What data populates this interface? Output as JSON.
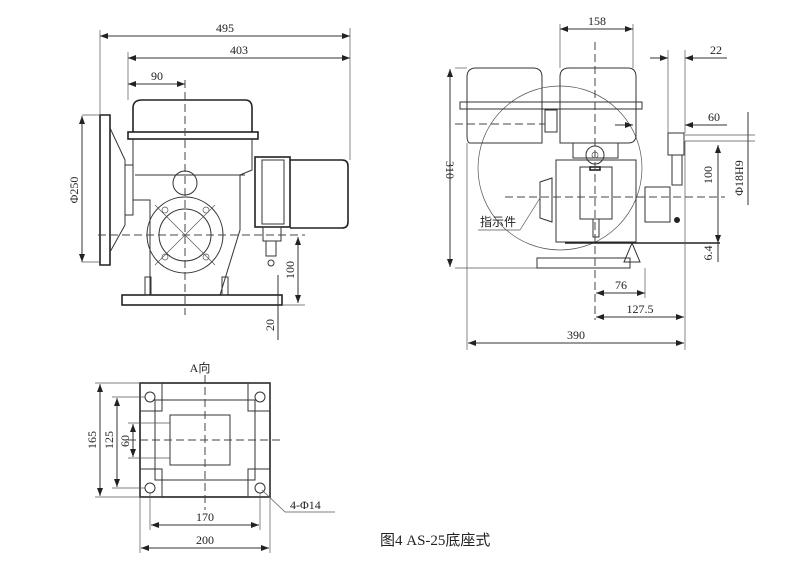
{
  "side_view": {
    "dims": {
      "overall_length": "495",
      "body_length": "403",
      "axis_offset": "90",
      "handwheel_dia": "Φ250",
      "shaft_height": "100",
      "base_thickness": "20"
    }
  },
  "front_view": {
    "dims": {
      "body_width": "158",
      "lever_width": "22",
      "lever_offset": "60",
      "total_height": "310",
      "lever_height": "100",
      "lever_dia": "Φ18H9",
      "base_gap": "6.4",
      "hole_offset": "76",
      "lever_distance": "127.5",
      "overall_width": "390"
    },
    "indicator_label": "指示件"
  },
  "base_view": {
    "title": "A向",
    "dims": {
      "outer_depth": "165",
      "hole_depth": "125",
      "inner_depth": "60",
      "hole_spacing": "170",
      "outer_width": "200",
      "holes": "4-Φ14"
    }
  },
  "caption": "图4  AS-25底座式"
}
